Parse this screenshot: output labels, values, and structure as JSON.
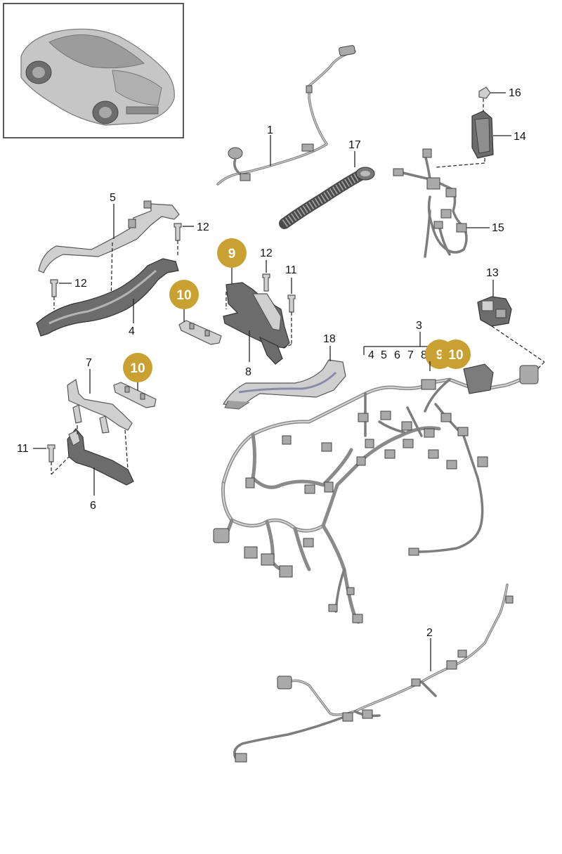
{
  "badge_color": "#c9a132",
  "part_labels": {
    "p1": "1",
    "p2": "2",
    "p3": "3",
    "p4": "4",
    "p5": "5",
    "p6": "6",
    "p7": "7",
    "p8": "8",
    "p11a": "11",
    "p11b": "11",
    "p12a": "12",
    "p12b": "12",
    "p12c": "12",
    "p13": "13",
    "p14": "14",
    "p15": "15",
    "p16": "16",
    "p17": "17",
    "p18": "18"
  },
  "sub_labels_3": [
    "4",
    "5",
    "6",
    "7",
    "8"
  ],
  "badges": {
    "b9a": "9",
    "b10a": "10",
    "b10b": "10",
    "b9b": "9",
    "b10c": "10"
  }
}
